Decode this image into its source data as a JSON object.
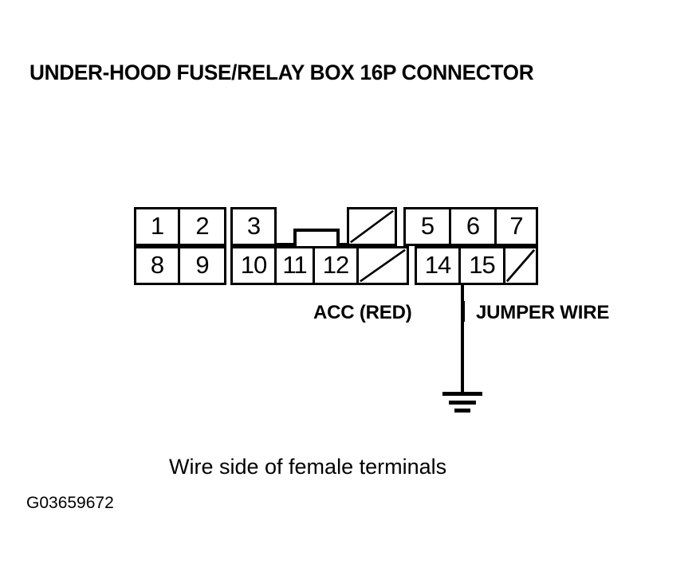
{
  "title": "UNDER-HOOD FUSE/RELAY BOX 16P CONNECTOR",
  "caption": "Wire side of female terminals",
  "figure_ref": "G03659672",
  "labels": {
    "acc": "ACC (RED)",
    "jumper": "JUMPER WIRE"
  },
  "colors": {
    "line": "#000000",
    "background": "#ffffff"
  },
  "connector": {
    "pin_count": 16,
    "rows": [
      {
        "name": "top-row",
        "cells": [
          {
            "pin": "1",
            "label": "1",
            "blank": false
          },
          {
            "pin": "2",
            "label": "2",
            "blank": false
          },
          {
            "pin": "3",
            "label": "3",
            "blank": false
          },
          {
            "pin": "4",
            "label": "",
            "blank": true
          },
          {
            "pin": "5",
            "label": "5",
            "blank": false
          },
          {
            "pin": "6",
            "label": "6",
            "blank": false
          },
          {
            "pin": "7",
            "label": "7",
            "blank": false
          }
        ]
      },
      {
        "name": "bottom-row",
        "cells": [
          {
            "pin": "8",
            "label": "8",
            "blank": false
          },
          {
            "pin": "9",
            "label": "9",
            "blank": false
          },
          {
            "pin": "10",
            "label": "10",
            "blank": false
          },
          {
            "pin": "11",
            "label": "11",
            "blank": false
          },
          {
            "pin": "12",
            "label": "12",
            "blank": false
          },
          {
            "pin": "13",
            "label": "",
            "blank": true
          },
          {
            "pin": "14",
            "label": "14",
            "blank": false
          },
          {
            "pin": "15",
            "label": "15",
            "blank": false
          },
          {
            "pin": "16",
            "label": "",
            "blank": true
          }
        ]
      }
    ]
  }
}
